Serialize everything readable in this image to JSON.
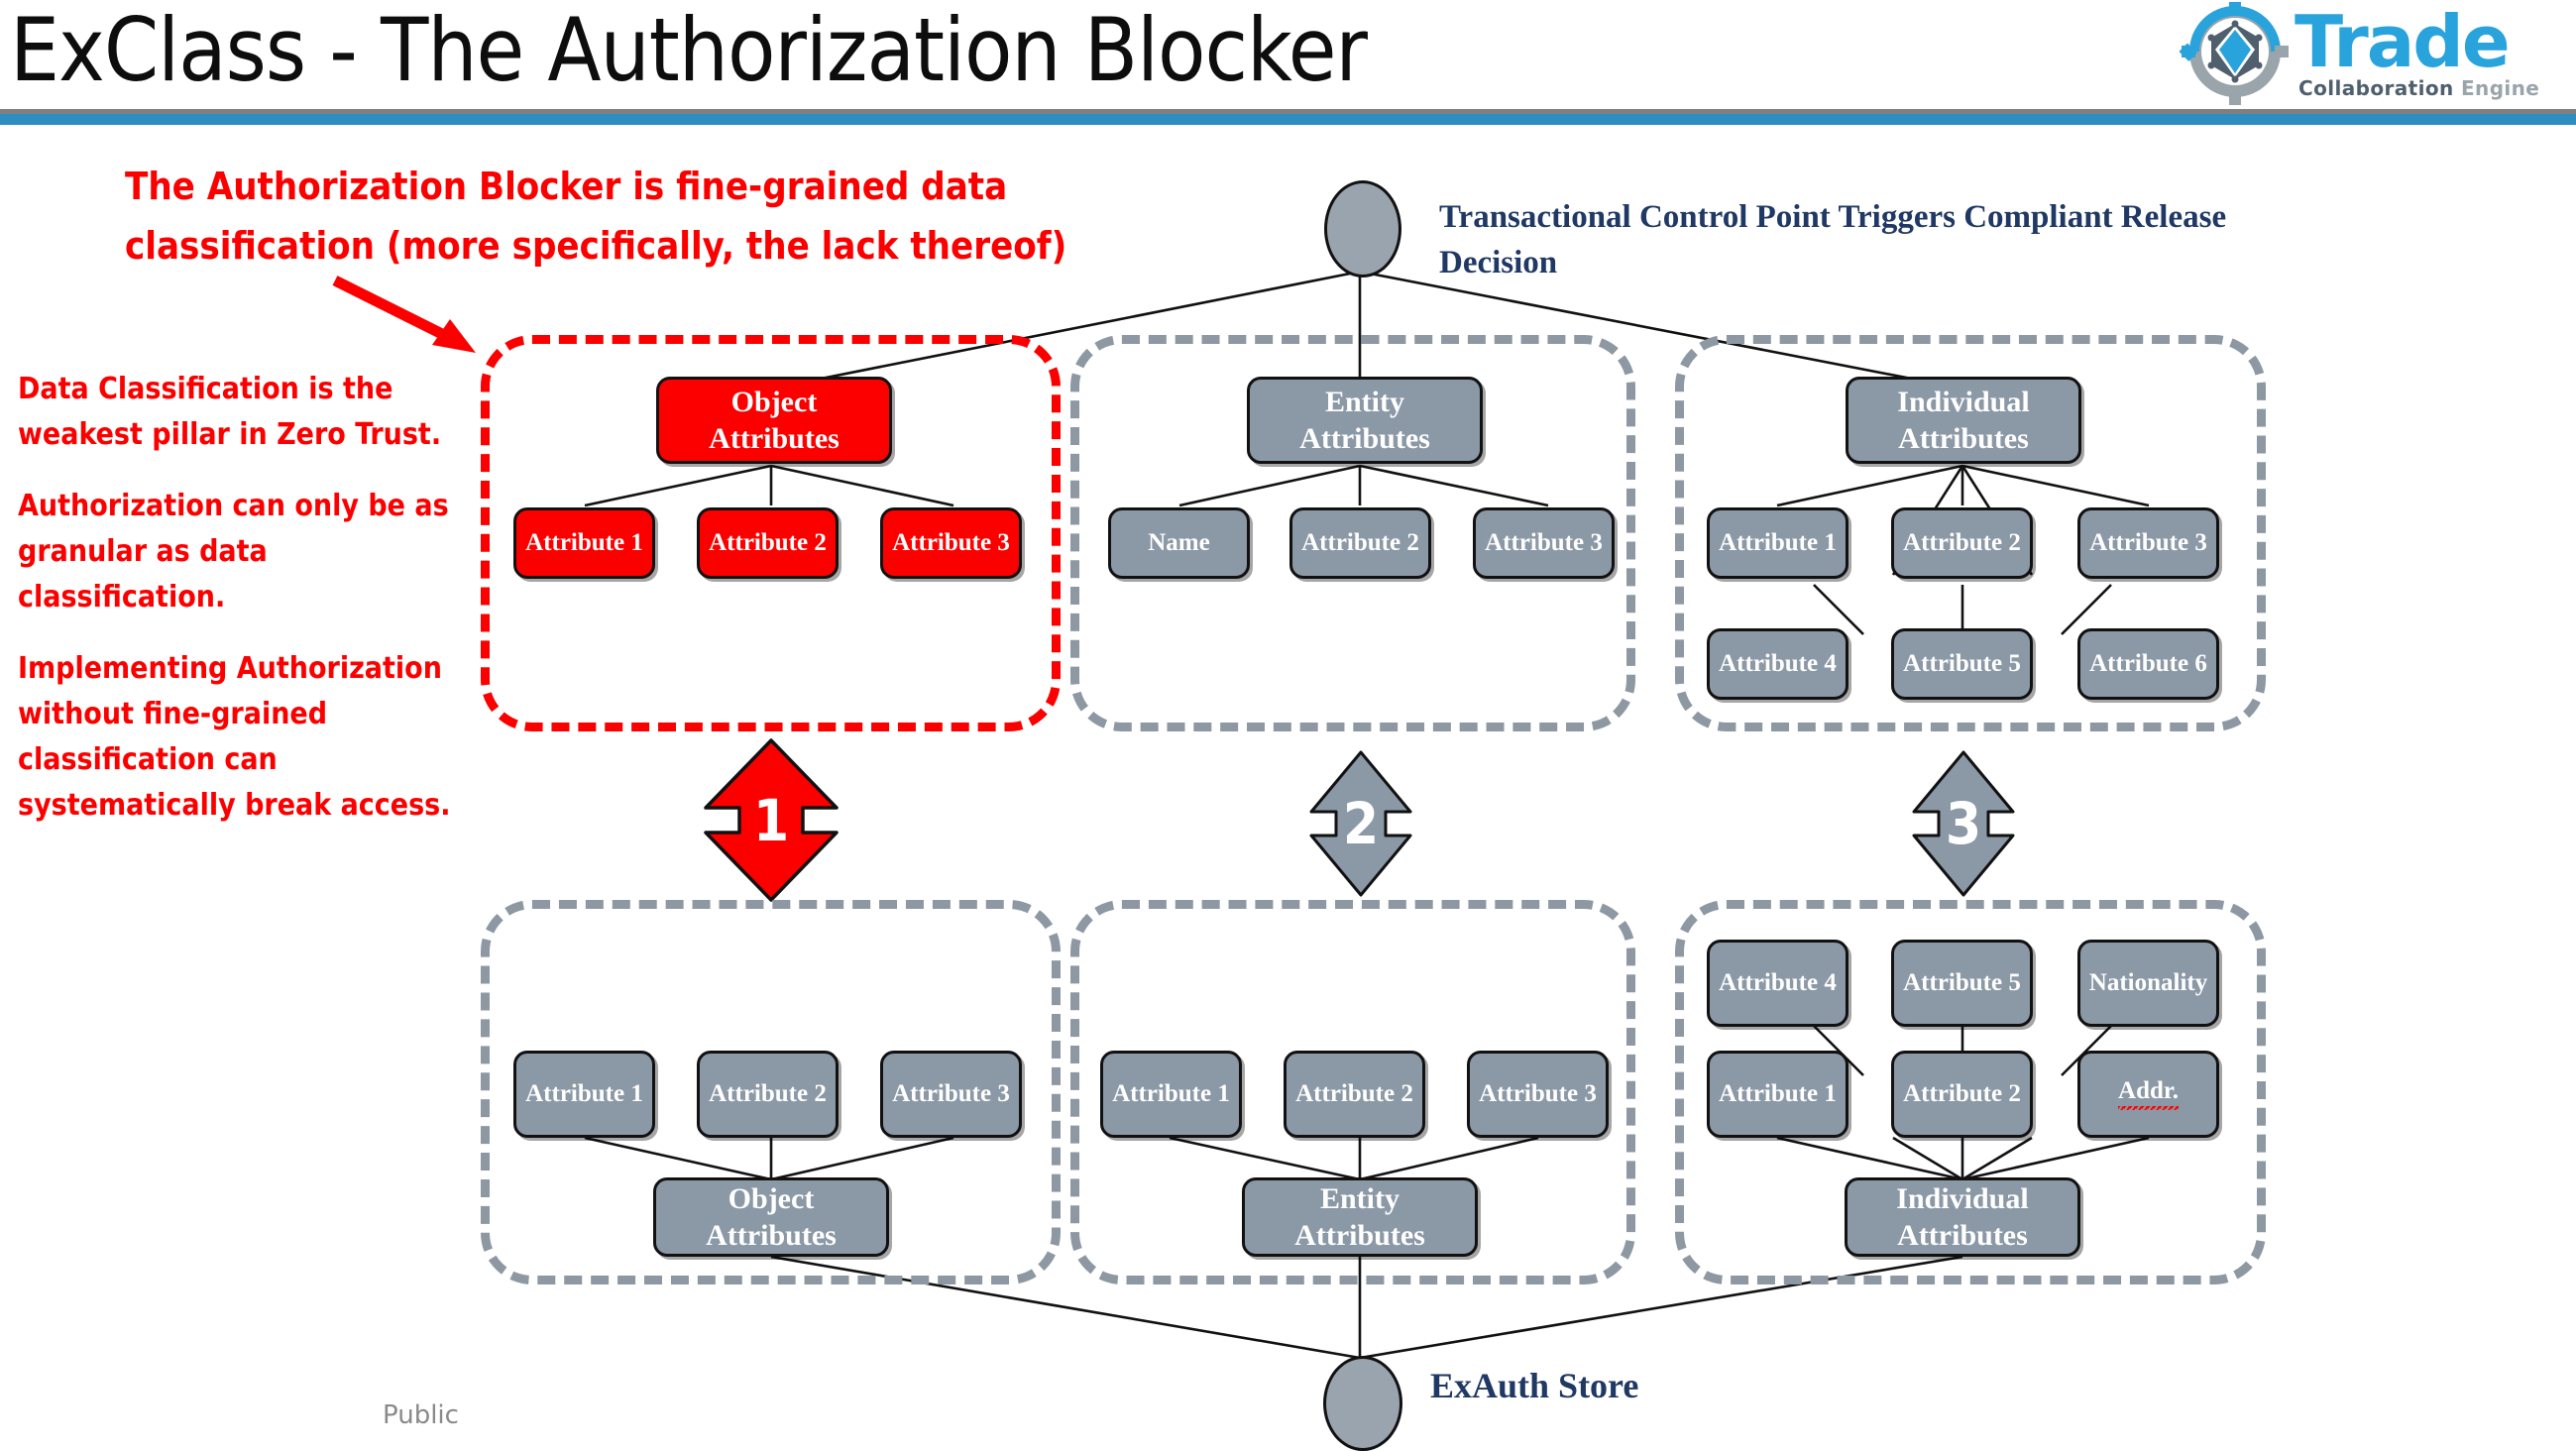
{
  "header": {
    "title": "ExClass - The Authorization Blocker",
    "logo": {
      "word": "Trade",
      "sub_primary": "Collaboration ",
      "sub_secondary": "Engine"
    },
    "accent_blue": "#2e8dc0",
    "rule_gray": "#7f7f7f"
  },
  "annotations": {
    "callout_red": "The Authorization Blocker is fine-grained data classification (more specifically, the lack thereof)",
    "left_notes": [
      "Data Classification is the weakest pillar in Zero Trust.",
      "Authorization can only be as granular as data classification.",
      "Implementing Authorization without fine-grained classification can systematically break access."
    ],
    "blue_note": "Transactional Control Point Triggers Compliant Release Decision",
    "exauth_store": "ExAuth Store",
    "footer": "Public",
    "red_color": "#fc0000",
    "blue_color": "#1f3864",
    "gray_color": "#8b98a6"
  },
  "diagram": {
    "top_groups": [
      {
        "id": "object",
        "highlighted": true,
        "root": "Object\nAttributes",
        "children": [
          "Attribute 1",
          "Attribute 2",
          "Attribute 3"
        ],
        "grandchildren": []
      },
      {
        "id": "entity",
        "highlighted": false,
        "root": "Entity\nAttributes",
        "children": [
          "Name",
          "Attribute 2",
          "Attribute 3"
        ],
        "grandchildren": []
      },
      {
        "id": "individual",
        "highlighted": false,
        "root": "Individual\nAttributes",
        "children": [
          "Attribute 1",
          "Attribute 2",
          "Attribute 3"
        ],
        "grandchildren": [
          "Attribute 4",
          "Attribute 5",
          "Attribute 6"
        ]
      }
    ],
    "connectors": [
      {
        "label": "1",
        "highlighted": true
      },
      {
        "label": "2",
        "highlighted": false
      },
      {
        "label": "3",
        "highlighted": false
      }
    ],
    "bottom_groups": [
      {
        "id": "object-store",
        "top_row": [],
        "mid_row": [
          "Attribute 1",
          "Attribute 2",
          "Attribute 3"
        ],
        "root": "Object\nAttributes"
      },
      {
        "id": "entity-store",
        "top_row": [],
        "mid_row": [
          "Attribute 1",
          "Attribute 2",
          "Attribute 3"
        ],
        "root": "Entity\nAttributes"
      },
      {
        "id": "individual-store",
        "top_row": [
          "Attribute 4",
          "Attribute 5",
          "Nationality"
        ],
        "mid_row": [
          "Attribute 1",
          "Attribute 2",
          "Addr."
        ],
        "root": "Individual\nAttributes"
      }
    ]
  }
}
